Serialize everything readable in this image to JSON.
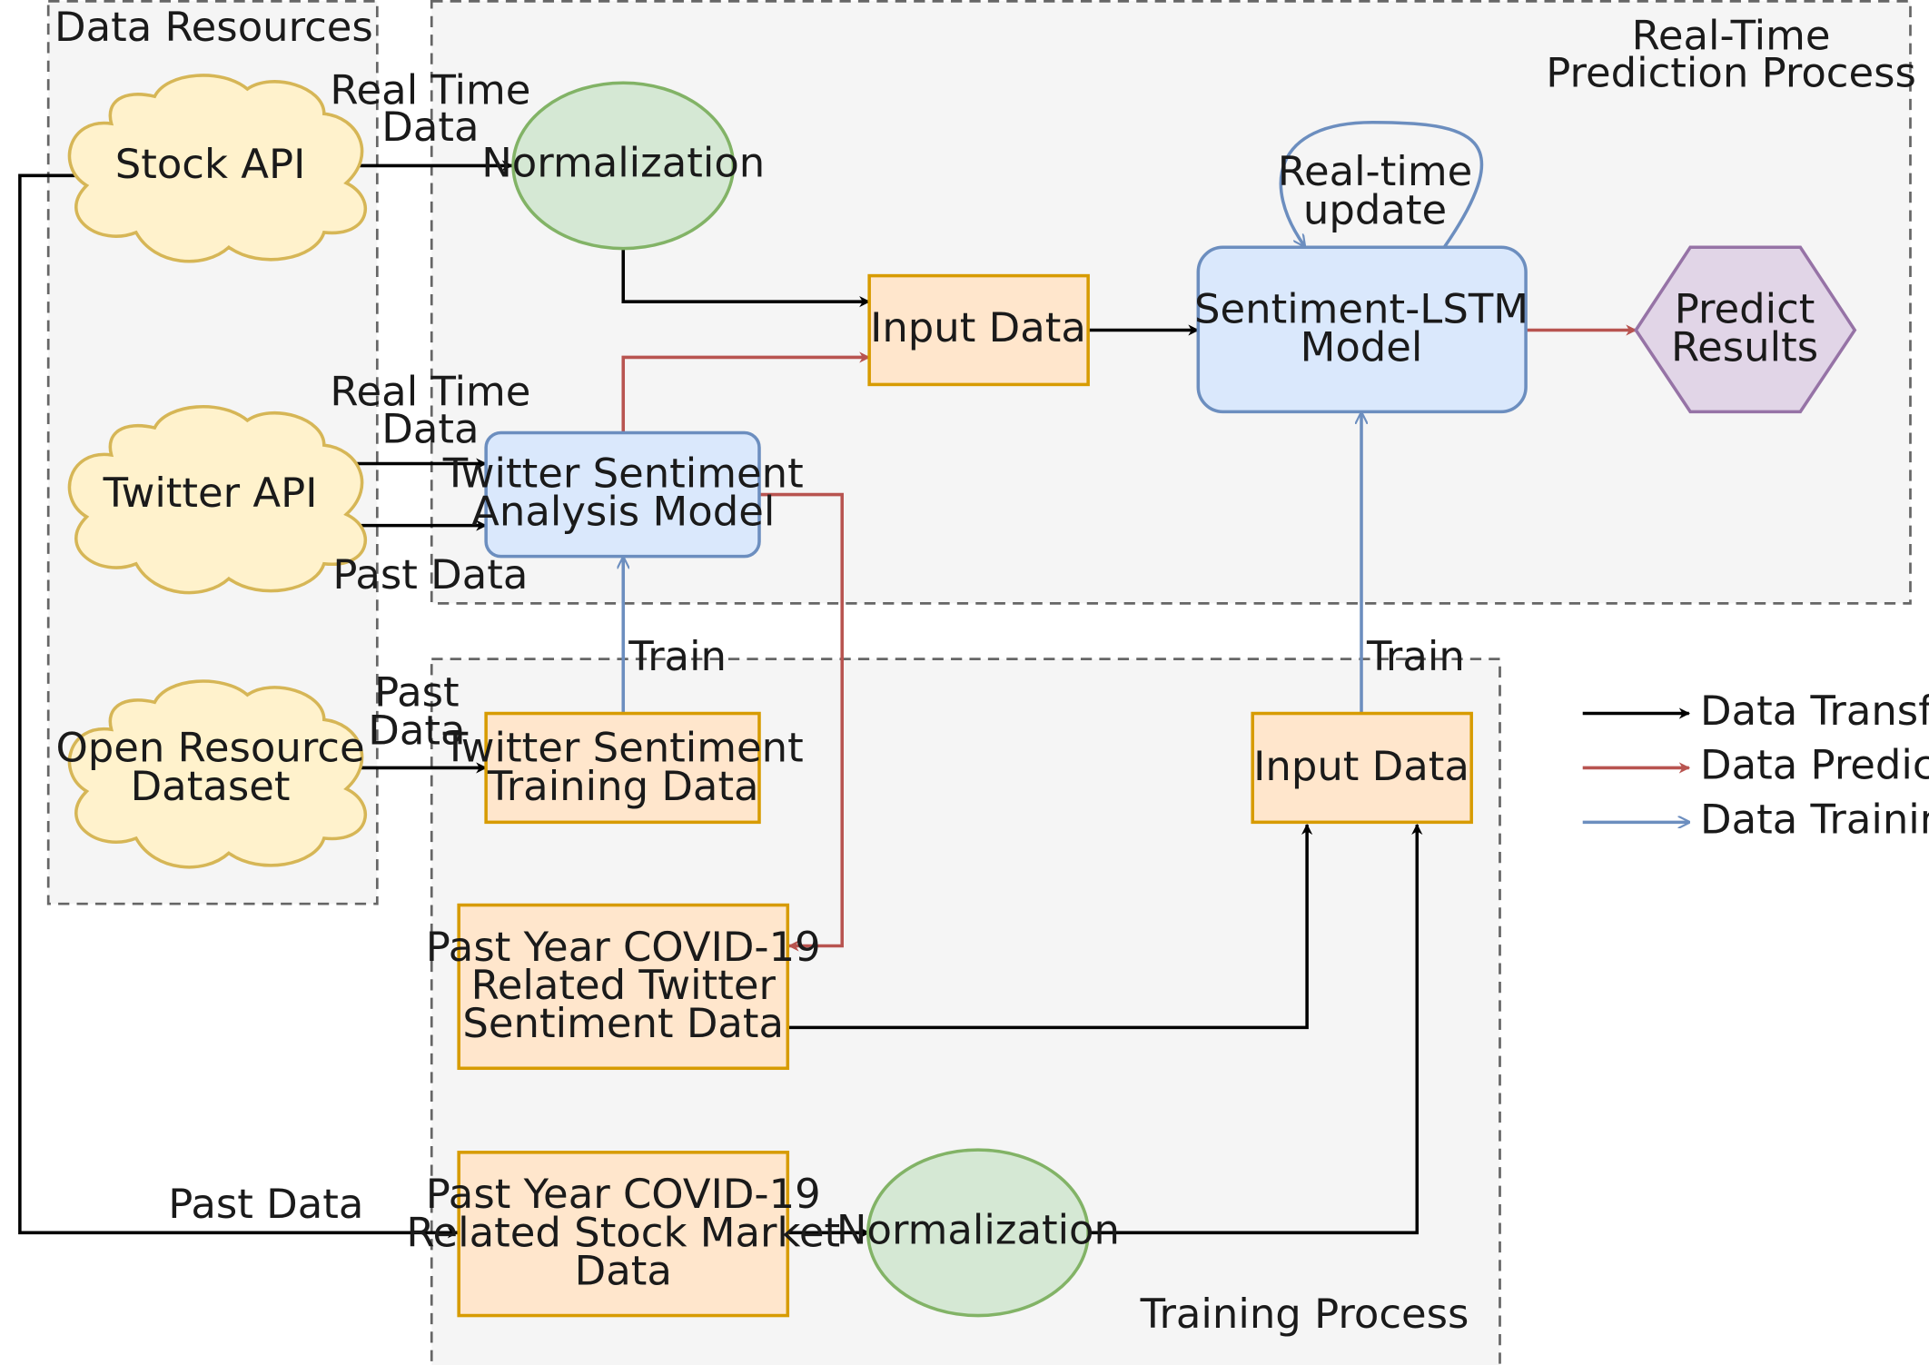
{
  "groups": {
    "data_resources": "Data Resources",
    "realtime_line1": "Real-Time",
    "realtime_line2": "Prediction Process",
    "training": "Training Process"
  },
  "nodes": {
    "stock_api": "Stock API",
    "twitter_api": "Twitter API",
    "open_resource_1": "Open Resource",
    "open_resource_2": "Dataset",
    "normalization_top": "Normalization",
    "input_data_top": "Input Data",
    "lstm_1": "Sentiment-LSTM",
    "lstm_2": "Model",
    "predict_1": "Predict",
    "predict_2": "Results",
    "tsam_1": "Twitter Sentiment",
    "tsam_2": "Analysis Model",
    "tstd_1": "Twitter Sentiment",
    "tstd_2": "Training Data",
    "input_data_bottom": "Input Data",
    "covid_twitter_1": "Past Year COVID-19",
    "covid_twitter_2": "Related Twitter",
    "covid_twitter_3": "Sentiment Data",
    "covid_stock_1": "Past Year COVID-19",
    "covid_stock_2": "Related Stock Market",
    "covid_stock_3": "Data",
    "normalization_bottom": "Normalization"
  },
  "edge_labels": {
    "rt_stock_1": "Real Time",
    "rt_stock_2": "Data",
    "rt_twitter_1": "Real Time",
    "rt_twitter_2": "Data",
    "past_twitter": "Past Data",
    "past_open_1": "Past",
    "past_open_2": "Data",
    "past_stock": "Past Data",
    "train_left": "Train",
    "train_right": "Train",
    "realtime_update_1": "Real-time",
    "realtime_update_2": "update"
  },
  "legend": {
    "transfer": "Data Transfer",
    "prediction": "Data Prediction",
    "training": "Data Training"
  },
  "colors": {
    "transfer": "#000000",
    "prediction": "#b85450",
    "training": "#6c8ebf"
  }
}
